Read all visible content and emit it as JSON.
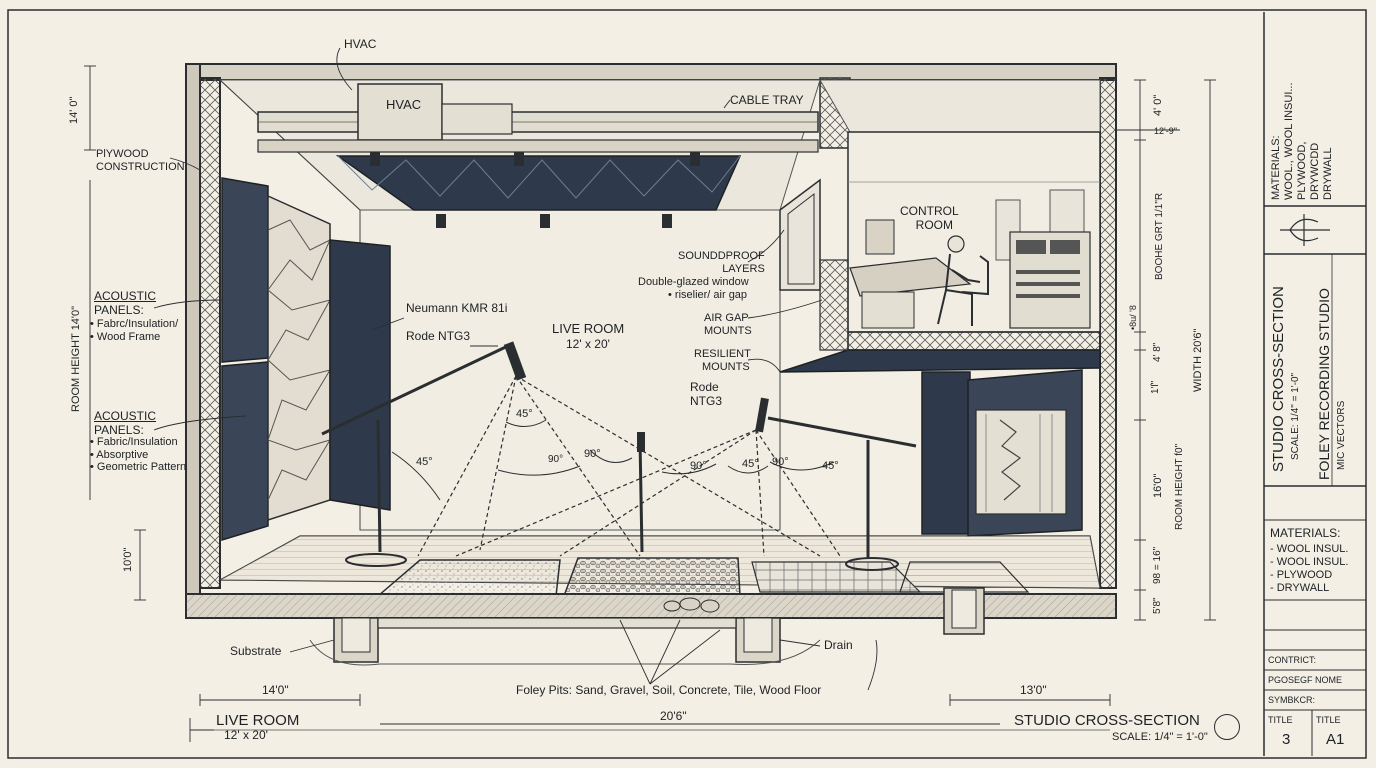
{
  "top_labels": {
    "hvac_callout": "HVAC",
    "hvac_box": "HVAC",
    "cable_tray": "CABLE TRAY"
  },
  "left_labels": {
    "plywood": [
      "PlYWOOD",
      "CONSTRUCTION"
    ],
    "acoustic1_title": [
      "ACOUSTIC",
      "PANELS:"
    ],
    "acoustic1_items": [
      "• Fabrc/Insulation/",
      "• Wood Frame"
    ],
    "acoustic2_title": [
      "ACOUSTIC",
      "PANELS:"
    ],
    "acoustic2_items": [
      "• Fabric/Insulation",
      "• Absorptive",
      "• Geometric Pattern"
    ]
  },
  "room_labels": {
    "neumann": "Neumann KMR 81i",
    "rode_left": "Rode NTG3",
    "live_room": "LIVE ROOM",
    "live_room_size": "12' x 20'",
    "rode_right": [
      "Rode",
      "NTG3"
    ],
    "control_room": [
      "CONTROL",
      "ROOM"
    ],
    "soundproof": [
      "SOUNDDPROOF",
      "LAYERS"
    ],
    "double_glazed": "Double-glazed window",
    "riselier": "• riselier/ air gap",
    "air_gap": [
      "AIR GAP",
      "MOUNTS"
    ],
    "resilient": [
      "RESILIENT",
      "MOUNTS"
    ]
  },
  "angles": {
    "a1": "45°",
    "a2": "45°",
    "a3": "90°",
    "a4": "90°",
    "a5": "90°",
    "a6": "45°",
    "a7": "90°",
    "a8": "45°"
  },
  "bottom_labels": {
    "substrate": "Substrate",
    "drain": "Drain",
    "foley_pits": "Foley Pits: Sand, Gravel, Soil, Concrete, Tile, Wood Floor",
    "dim_left": "14'0\"",
    "dim_right": "13'0\"",
    "dim_total": "20'6\"",
    "live_room_title": "LIVE ROOM",
    "live_room_title_size": "12' x 20'",
    "cross_section_title": "STUDIO CROSS-SECTION",
    "cross_section_scale": "SCALE: 1/4\" = 1'-0\""
  },
  "dimensions": {
    "left_top": "14' 0\"",
    "left_room_height": "ROOM HEIGHT 14'0\"",
    "left_bottom": "10'0\"",
    "right_top": "4' 0\"",
    "right_12": "12'-9\"",
    "right_booth": "BOOHE GRT 1/1\"R",
    "right_bu": "•8u/ '8",
    "right_4": "4' 8\"",
    "right_1": "1'ſ\"",
    "right_width": "WIDTH 20'6\"",
    "right_16": "16'0\"",
    "right_room_height": "ROOM HEIGHT f0\"",
    "right_16b": "98 = 16\"",
    "right_5": "5'8\""
  },
  "title_block": {
    "materials_vertical": [
      "MATERIALS:",
      "WOOL., WOOL INSUI...",
      "PLYWOOD,",
      "DRYWCDD",
      "DRYWALL"
    ],
    "studio_title": "STUDIO CROSS-SECTION",
    "studio_scale": "SCALE: 1/4\" = 1'-0\"",
    "foley_title": "FOLEY RECORDING STUDIO",
    "foley_sub": "MIC VECTORS",
    "materials_heading": "MATERIALS:",
    "materials_list": [
      "- WOOL INSUL.",
      "- WOOL INSUL.",
      "- PLYWOOD",
      "- DRYWALL"
    ],
    "contract": "CONTRICT:",
    "designer": "PGOSEGF NOME",
    "symbol": "SYMBKCR:",
    "title_label1": "TITLE",
    "title_label2": "TITLE",
    "sheet_no": "3",
    "sheet_id": "A1"
  },
  "colors": {
    "paper": "#f3efe4",
    "ink": "#1e2124",
    "panel_navy": "#3a4658",
    "panel_dark": "#2e3a4c"
  }
}
